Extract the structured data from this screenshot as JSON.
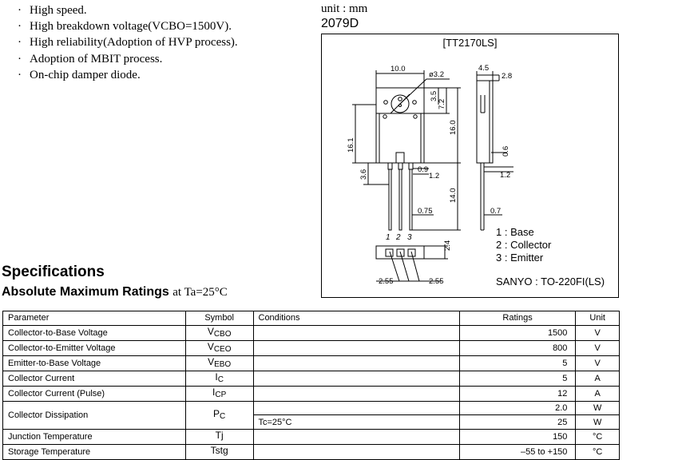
{
  "features": [
    "High speed.",
    "High breakdown voltage(VCBO=1500V).",
    "High reliability(Adoption of HVP process).",
    "Adoption of MBIT process.",
    "On-chip damper diode."
  ],
  "unit": "unit : mm",
  "package_code": "2079D",
  "package": {
    "name": "[TT2170LS]",
    "dims": {
      "d10": "10.0",
      "hole": "ø3.2",
      "d4_5": "4.5",
      "d2_8": "2.8",
      "d3_5": "3.5",
      "d7_2": "7.2",
      "d16_0": "16.0",
      "d16_1": "16.1",
      "d3_6": "3.6",
      "d0_9": "0.9",
      "d1_2a": "1.2",
      "d0_6": "0.6",
      "d1_2b": "1.2",
      "d14_0": "14.0",
      "d0_75": "0.75",
      "d0_7": "0.7",
      "d2_4": "2.4",
      "d2_55a": "2.55",
      "d2_55b": "2.55"
    },
    "pin_numbers": [
      "1",
      "2",
      "3"
    ],
    "pins": [
      "1 : Base",
      "2 : Collector",
      "3 : Emitter"
    ],
    "maker": "SANYO : TO-220FI(LS)"
  },
  "specifications_title": "Specifications",
  "amr": {
    "title": "Absolute Maximum Ratings",
    "condition": "at Ta=25°C",
    "headers": [
      "Parameter",
      "Symbol",
      "Conditions",
      "Ratings",
      "Unit"
    ],
    "rows": [
      {
        "param": "Collector-to-Base Voltage",
        "sym": "V",
        "sub": "CBO",
        "cond": "",
        "rating": "1500",
        "unit": "V"
      },
      {
        "param": "Collector-to-Emitter Voltage",
        "sym": "V",
        "sub": "CEO",
        "cond": "",
        "rating": "800",
        "unit": "V"
      },
      {
        "param": "Emitter-to-Base Voltage",
        "sym": "V",
        "sub": "EBO",
        "cond": "",
        "rating": "5",
        "unit": "V"
      },
      {
        "param": "Collector Current",
        "sym": "I",
        "sub": "C",
        "cond": "",
        "rating": "5",
        "unit": "A"
      },
      {
        "param": "Collector Current (Pulse)",
        "sym": "I",
        "sub": "CP",
        "cond": "",
        "rating": "12",
        "unit": "A"
      }
    ],
    "dissipation": {
      "param": "Collector Dissipation",
      "sym": "P",
      "sub": "C",
      "cond1": "",
      "rating1": "2.0",
      "unit1": "W",
      "cond2": "Tc=25°C",
      "rating2": "25",
      "unit2": "W"
    },
    "rows_after": [
      {
        "param": "Junction Temperature",
        "sym": "Tj",
        "sub": "",
        "cond": "",
        "rating": "150",
        "unit": "°C"
      },
      {
        "param": "Storage Temperature",
        "sym": "Tstg",
        "sub": "",
        "cond": "",
        "rating": "–55 to +150",
        "unit": "°C"
      }
    ]
  }
}
